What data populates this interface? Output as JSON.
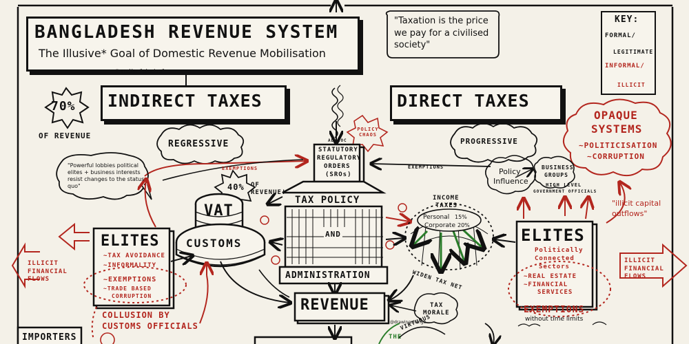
{
  "title": {
    "main": "BANGLADESH REVENUE SYSTEM",
    "sub_part1": "The Illusive",
    "sub_part2": " Goal of Domestic Revenue Mobilisation",
    "footnote": "* and/or \"elusive\""
  },
  "quote": "\"Taxation is the price we pay for a civilised society\"",
  "key": {
    "title": "KEY:",
    "formal": "FORMAL/",
    "legitimate": "LEGITIMATE",
    "informal": "INFORMAL/",
    "illicit": "ILLICIT"
  },
  "indirect": {
    "percent": "70%",
    "of_revenue": "OF REVENUE",
    "label": "INDIRECT TAXES",
    "regressive": "REGRESSIVE"
  },
  "direct": {
    "label": "DIRECT TAXES",
    "progressive": "PROGRESSIVE"
  },
  "opaque": {
    "title_line1": "OPAQUE",
    "title_line2": "SYSTEMS",
    "item1": "~POLITICISATION",
    "item2": "~CORRUPTION"
  },
  "sro": {
    "ad_hoc": "AD HOC",
    "line1": "STATUTORY",
    "line2": "REGULATORY",
    "line3": "ORDERS",
    "line4": "(SROs)",
    "policy_chaos": "POLICY CHAOS"
  },
  "lobby_quote": "\"Powerful lobbies political elites + business interests resist changes to the status quo\"",
  "exemptions_label": "EXEMPTIONS",
  "vat": {
    "share": "40%",
    "share_text": "OF REVENUE!",
    "vat_label": "VAT",
    "customs_label": "CUSTOMS"
  },
  "tax_policy": "TAX POLICY",
  "and": "AND",
  "administration": "ADMINISTRATION",
  "income_taxes": {
    "title_line1": "INCOME",
    "title_line2": "TAXES",
    "personal": "Personal",
    "personal_rate": "15%",
    "corporate": "Corporate",
    "corporate_rate": "20%",
    "widen": "WIDEN TAX NET"
  },
  "policy_influence": {
    "policy": "Policy",
    "influence": "Influence",
    "business": "BUSINESS",
    "groups": "GROUPS",
    "high_level": "HIGH LEVEL",
    "officials": "GOVERNMENT OFFICIALS"
  },
  "illicit_capital": "\"illicit capital outflows\"",
  "elites_left": {
    "title": "ELITES",
    "item1": "~TAX AVOIDANCE",
    "item2": "~INFORMALITY",
    "item3": "~EXEMPTIONS",
    "item4": "~TRADE BASED",
    "item5": "CORRUPTION"
  },
  "elites_right": {
    "title": "ELITES",
    "line1": "Politically",
    "line2": "Connected",
    "line3": "Sectors",
    "item1": "~REAL ESTATE",
    "item2": "~FINANCIAL",
    "item3": "SERVICES",
    "exemptions": "EXEMPTIONS",
    "without": "without time limits"
  },
  "illicit_left": "ILLICIT FINANCIAL FLOWS",
  "illicit_right": "ILLICIT FINANCIAL FLOWS",
  "collusion": {
    "line1": "COLLUSION BY",
    "line2": "CUSTOMS OFFICIALS"
  },
  "revenue": "REVENUE",
  "tax_morale": {
    "line1": "TAX",
    "line2": "MORALE"
  },
  "virtuous": "VIRTUOUS",
  "importers": "IMPORTERS",
  "the": "THE",
  "credit": "@drawingchange"
}
